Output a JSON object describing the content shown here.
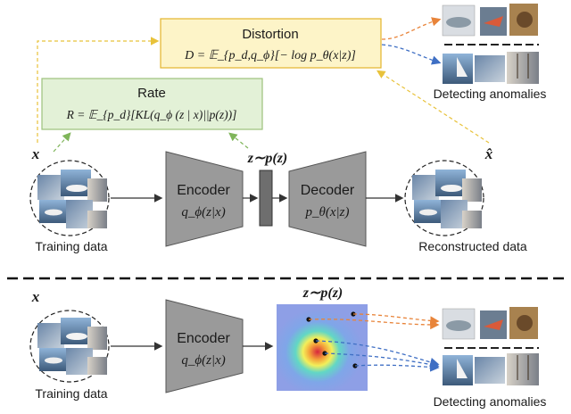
{
  "top": {
    "distortion_box": {
      "title": "Distortion",
      "formula": "D = 𝔼_{p_d,q_ϕ}[− log p_θ(x|z)]",
      "fill": "#fdf4c8",
      "stroke": "#e3b52c"
    },
    "rate_box": {
      "title": "Rate",
      "formula": "R = 𝔼_{p_d}[KL(q_ϕ (z | x)||p(z))]",
      "fill": "#e3f1d7",
      "stroke": "#9cc27c"
    },
    "x_label": "x",
    "x_hat_label": "x̂",
    "z_label": "z∼p(z)",
    "training_label": "Training data",
    "reconstructed_label": "Reconstructed data",
    "encoder_label": "Encoder",
    "encoder_formula": "q_ϕ(z|x)",
    "decoder_label": "Decoder",
    "decoder_formula": "p_θ(x|z)",
    "anomalies_label": "Detecting anomalies"
  },
  "bottom": {
    "x_label": "x",
    "z_label": "z∼p(z)",
    "training_label": "Training data",
    "encoder_label": "Encoder",
    "encoder_formula": "q_ϕ(z|x)",
    "anomalies_label": "Detecting anomalies"
  },
  "colors": {
    "orange_arrow": "#e8843a",
    "blue_arrow": "#3f6fc4",
    "yellow_arrow": "#e8c23a",
    "green_arrow": "#7fb55a",
    "block_gray": "#9a9a9a"
  }
}
